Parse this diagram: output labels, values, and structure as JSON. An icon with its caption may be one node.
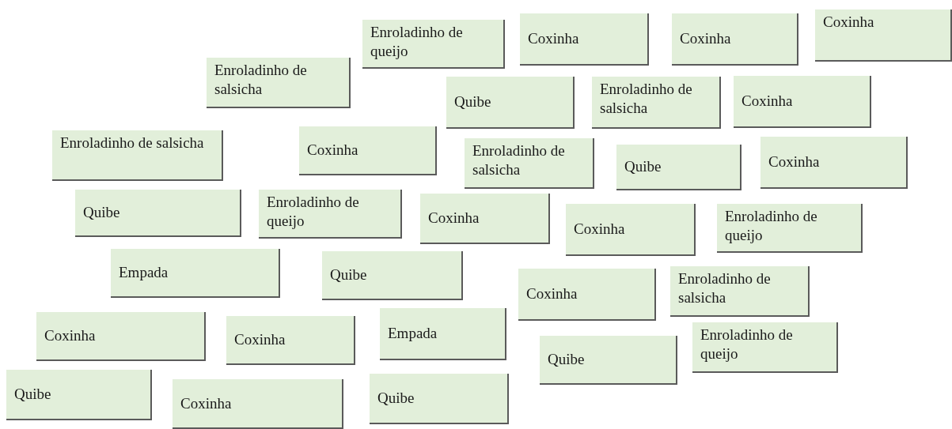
{
  "diagram": {
    "nodes": [
      {
        "text": [
          "Enroladinho de queijo"
        ]
      },
      {
        "text": [
          "Coxinha"
        ]
      },
      {
        "text": [
          "Coxinha"
        ]
      },
      {
        "text": [
          "Coxinha"
        ]
      },
      {
        "text": [
          "Enroladinho de salsicha"
        ]
      },
      {
        "text": [
          "Quibe"
        ]
      },
      {
        "text": [
          "Enroladinho de salsicha"
        ]
      },
      {
        "text": [
          "Coxinha"
        ]
      },
      {
        "text": [
          "Enroladinho de salsicha"
        ]
      },
      {
        "text": [
          "Coxinha"
        ]
      },
      {
        "text": [
          "Enroladinho de salsicha"
        ]
      },
      {
        "text": [
          "Quibe"
        ]
      },
      {
        "text": [
          "Coxinha"
        ]
      },
      {
        "text": [
          "Quibe"
        ]
      },
      {
        "text": [
          "Enroladinho de queijo"
        ]
      },
      {
        "text": [
          "Coxinha"
        ]
      },
      {
        "text": [
          "Coxinha"
        ]
      },
      {
        "text": [
          "Enroladinho de queijo"
        ]
      },
      {
        "text": [
          "Empada"
        ]
      },
      {
        "text": [
          "Quibe"
        ]
      },
      {
        "text": [
          "Coxinha"
        ]
      },
      {
        "text": [
          "Enroladinho de salsicha"
        ]
      },
      {
        "text": [
          "Coxinha"
        ]
      },
      {
        "text": [
          "Coxinha"
        ]
      },
      {
        "text": [
          "Empada"
        ]
      },
      {
        "text": [
          "Enroladinho de queijo"
        ]
      },
      {
        "text": [
          "Quibe"
        ]
      },
      {
        "text": [
          "Quibe"
        ]
      },
      {
        "text": [
          "Coxinha"
        ]
      },
      {
        "text": [
          "Quibe"
        ]
      }
    ]
  }
}
